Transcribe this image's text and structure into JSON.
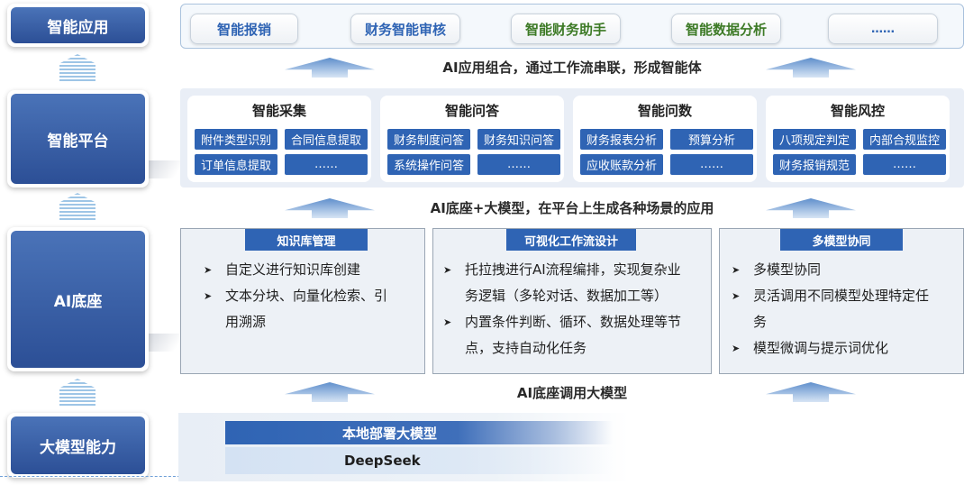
{
  "layers": {
    "app": "智能应用",
    "platform": "智能平台",
    "base": "AI底座",
    "model": "大模型能力"
  },
  "apps": [
    "智能报销",
    "财务智能审核",
    "智能财务助手",
    "智能数据分析",
    "……"
  ],
  "app_colors": [
    "#2f64b4",
    "#2f64b4",
    "#3d7a26",
    "#3d7a26",
    "#2f64b4"
  ],
  "captions": {
    "app": "AI应用组合，通过工作流串联，形成智能体",
    "platform": "AI底座+大模型，在平台上生成各种场景的应用",
    "base": "AI底座调用大模型"
  },
  "platform_groups": [
    {
      "title": "智能采集",
      "chips": [
        "附件类型识别",
        "合同信息提取",
        "订单信息提取",
        "……"
      ]
    },
    {
      "title": "智能问答",
      "chips": [
        "财务制度问答",
        "财务知识问答",
        "系统操作问答",
        "……"
      ]
    },
    {
      "title": "智能问数",
      "chips": [
        "财务报表分析",
        "预算分析",
        "应收账款分析",
        "……"
      ]
    },
    {
      "title": "智能风控",
      "chips": [
        "八项规定判定",
        "内部合规监控",
        "财务报销规范",
        "……"
      ]
    }
  ],
  "base_sections": [
    {
      "title": "知识库管理",
      "lines": [
        [
          "自定义进行知识库创建"
        ],
        [
          "文本分块、向量化检索、引",
          "用溯源"
        ]
      ]
    },
    {
      "title": "可视化工作流设计",
      "lines": [
        [
          "托拉拽进行AI流程编排，实现复杂业",
          "务逻辑（多轮对话、数据加工等）"
        ],
        [
          "内置条件判断、循环、数据处理等节",
          "点，支持自动化任务"
        ]
      ]
    },
    {
      "title": "多模型协同",
      "lines": [
        [
          "多模型协同"
        ],
        [
          "灵活调用不同模型处理特定任",
          "务"
        ],
        [
          "模型微调与提示词优化"
        ]
      ]
    }
  ],
  "model": {
    "deploy": "本地部署大模型",
    "name": "DeepSeek"
  }
}
